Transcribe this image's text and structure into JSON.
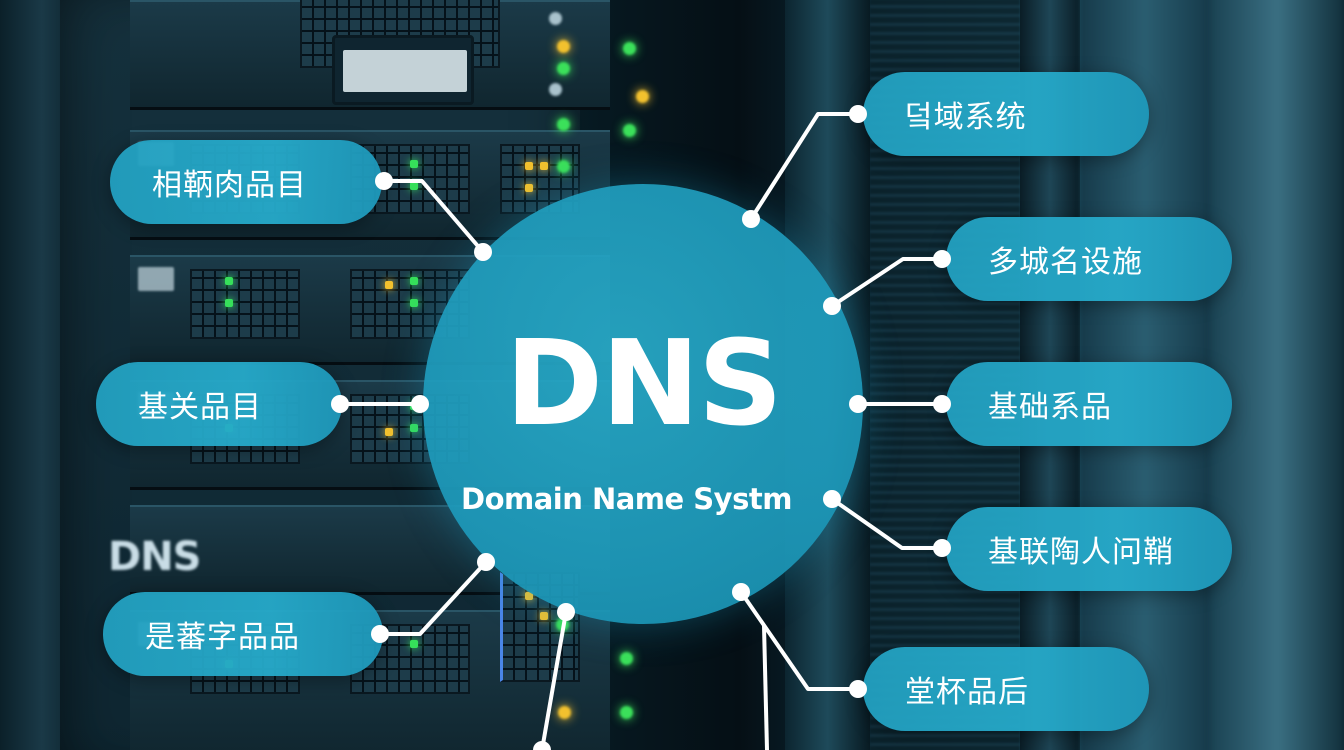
{
  "hub": {
    "title": "DNS",
    "subtitle": "Domain Name Systm",
    "color": "#1e9bbc"
  },
  "background": {
    "printed_label": "DNS",
    "theme": "server-room"
  },
  "nodes_left": [
    {
      "label": "相鞆肉品目"
    },
    {
      "label": "基关品目"
    },
    {
      "label": "是蕃字品品"
    }
  ],
  "nodes_right": [
    {
      "label": "덬域系统"
    },
    {
      "label": "多城名设施"
    },
    {
      "label": "基础系品"
    },
    {
      "label": "基联陶人问鞘"
    },
    {
      "label": "堂杯品后"
    }
  ],
  "colors": {
    "pill": "#22a2c2",
    "connector": "#ffffff",
    "led_green": "#36e05a",
    "led_yellow": "#f2c12e"
  }
}
